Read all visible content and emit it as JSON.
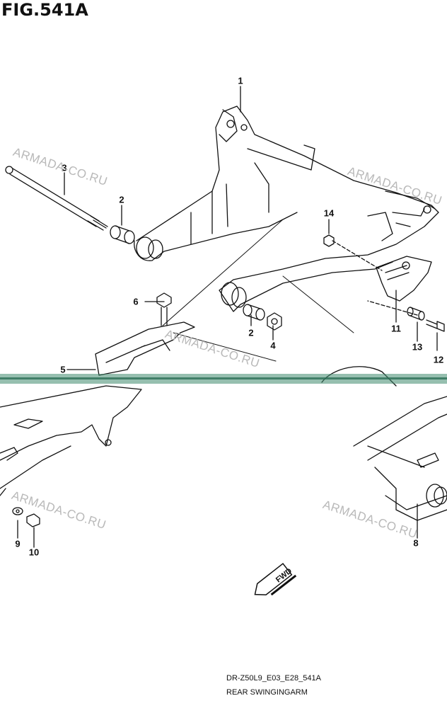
{
  "figure_title": "FIG.541A",
  "callouts": [
    {
      "id": "c1",
      "label": "1"
    },
    {
      "id": "c2a",
      "label": "2"
    },
    {
      "id": "c2b",
      "label": "2"
    },
    {
      "id": "c3",
      "label": "3"
    },
    {
      "id": "c4",
      "label": "4"
    },
    {
      "id": "c5",
      "label": "5"
    },
    {
      "id": "c6",
      "label": "6"
    },
    {
      "id": "c8",
      "label": "8"
    },
    {
      "id": "c9",
      "label": "9"
    },
    {
      "id": "c10",
      "label": "10"
    },
    {
      "id": "c11",
      "label": "11"
    },
    {
      "id": "c12",
      "label": "12"
    },
    {
      "id": "c13",
      "label": "13"
    },
    {
      "id": "c14",
      "label": "14"
    }
  ],
  "watermark": "ARMADA-CO.RU",
  "direction_arrow": "FWD",
  "footer": {
    "model_code": "DR-Z50L9_E03_E28_541A",
    "caption": "REAR SWINGINGARM"
  },
  "colors": {
    "line": "#111111",
    "watermark": "#b9b9b9",
    "scan_band": "#3f8a6e"
  }
}
